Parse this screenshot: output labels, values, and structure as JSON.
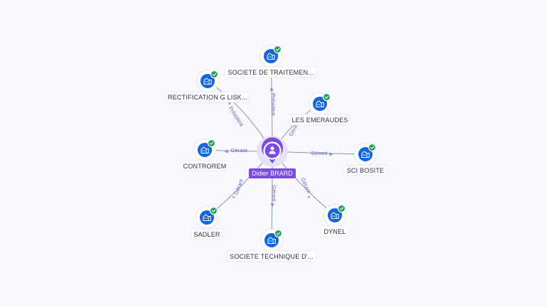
{
  "center": {
    "label": "Didier BRARD",
    "icon": "person-icon",
    "color": "#7b4be6"
  },
  "colors": {
    "company": "#1565e0",
    "check": "#1f9d55",
    "edge_label": "#6c63d8"
  },
  "nodes": [
    {
      "id": "societe-de-traitement",
      "label": "SOCIETE DE TRAITEMEN...",
      "relation": "Président",
      "icon": "building-icon",
      "verified": true
    },
    {
      "id": "rectification-g-lisk",
      "label": "RECTIFICATION G LISK...",
      "relation": "Président",
      "icon": "building-icon",
      "verified": true
    },
    {
      "id": "les-emeraudes",
      "label": "LES EMERAUDES",
      "relation": "Gérant",
      "icon": "building-icon",
      "verified": true
    },
    {
      "id": "controrem",
      "label": "CONTROREM",
      "relation": "Gérant",
      "icon": "building-icon",
      "verified": true
    },
    {
      "id": "sci-bosite",
      "label": "SCI BOSITE",
      "relation": "Gérant",
      "icon": "building-icon",
      "verified": true
    },
    {
      "id": "sadler",
      "label": "SADLER",
      "relation": "Gérant",
      "icon": "building-icon",
      "verified": true
    },
    {
      "id": "dynel",
      "label": "DYNEL",
      "relation": "Gérant",
      "icon": "building-icon",
      "verified": true
    },
    {
      "id": "societe-technique",
      "label": "SOCIETE TECHNIQUE D'...",
      "relation": "Gérant",
      "icon": "building-icon",
      "verified": true
    }
  ]
}
